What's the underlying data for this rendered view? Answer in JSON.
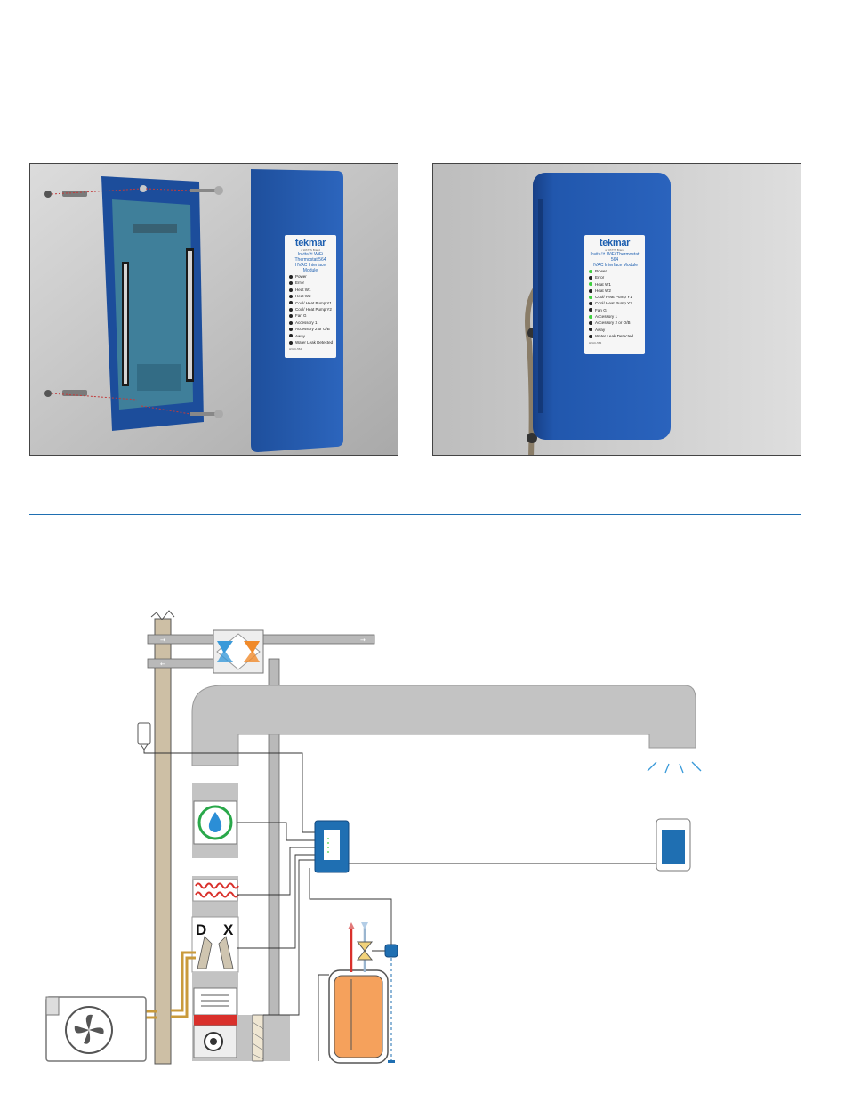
{
  "left_photo": {
    "brand": "tekmar",
    "byline": "a WATTS Brand",
    "product_lines": [
      "Invita™ WiFi Thermostat 564",
      "HVAC Interface Module"
    ],
    "leds": [
      {
        "label": "Power",
        "lit": false
      },
      {
        "label": "Error",
        "lit": false
      },
      {
        "label": "Heat W1",
        "lit": false
      },
      {
        "label": "Heat W2",
        "lit": false
      },
      {
        "label": "Cool/ Heat Pump Y1",
        "lit": false
      },
      {
        "label": "Cool/ Heat Pump Y2",
        "lit": false
      },
      {
        "label": "Fan G",
        "lit": false
      },
      {
        "label": "Accessory 1",
        "lit": false
      },
      {
        "label": "Accessory 2 or O/B",
        "lit": false
      },
      {
        "label": "Away",
        "lit": false
      },
      {
        "label": "Water Leak Detected",
        "lit": false
      }
    ],
    "code": "HVAC-564"
  },
  "right_photo": {
    "brand": "tekmar",
    "byline": "a WATTS Brand",
    "product_lines": [
      "Invita™ WiFi Thermostat 564",
      "HVAC Interface Module"
    ],
    "leds": [
      {
        "label": "Power",
        "lit": true
      },
      {
        "label": "Error",
        "lit": false
      },
      {
        "label": "Heat W1",
        "lit": true
      },
      {
        "label": "Heat W2",
        "lit": false
      },
      {
        "label": "Cool/ Heat Pump Y1",
        "lit": true
      },
      {
        "label": "Cool/ Heat Pump Y2",
        "lit": false
      },
      {
        "label": "Fan G",
        "lit": false
      },
      {
        "label": "Accessory 1",
        "lit": true
      },
      {
        "label": "Accessory 2 or O/B",
        "lit": false
      },
      {
        "label": "Away",
        "lit": false
      },
      {
        "label": "Water Leak Detected",
        "lit": false
      }
    ],
    "code": "HVAC-564"
  },
  "diagram": {
    "dx_label_d": "D",
    "dx_label_x": "X",
    "colors": {
      "accent_blue": "#1f6fb2",
      "duct_gray": "#c3c3c3",
      "pole_tan": "#cdbfa5",
      "coil_red": "#d9302b",
      "tank_orange": "#f5a15c",
      "pipe_brass": "#c99a3b",
      "leak_green": "#2aa84a"
    }
  }
}
